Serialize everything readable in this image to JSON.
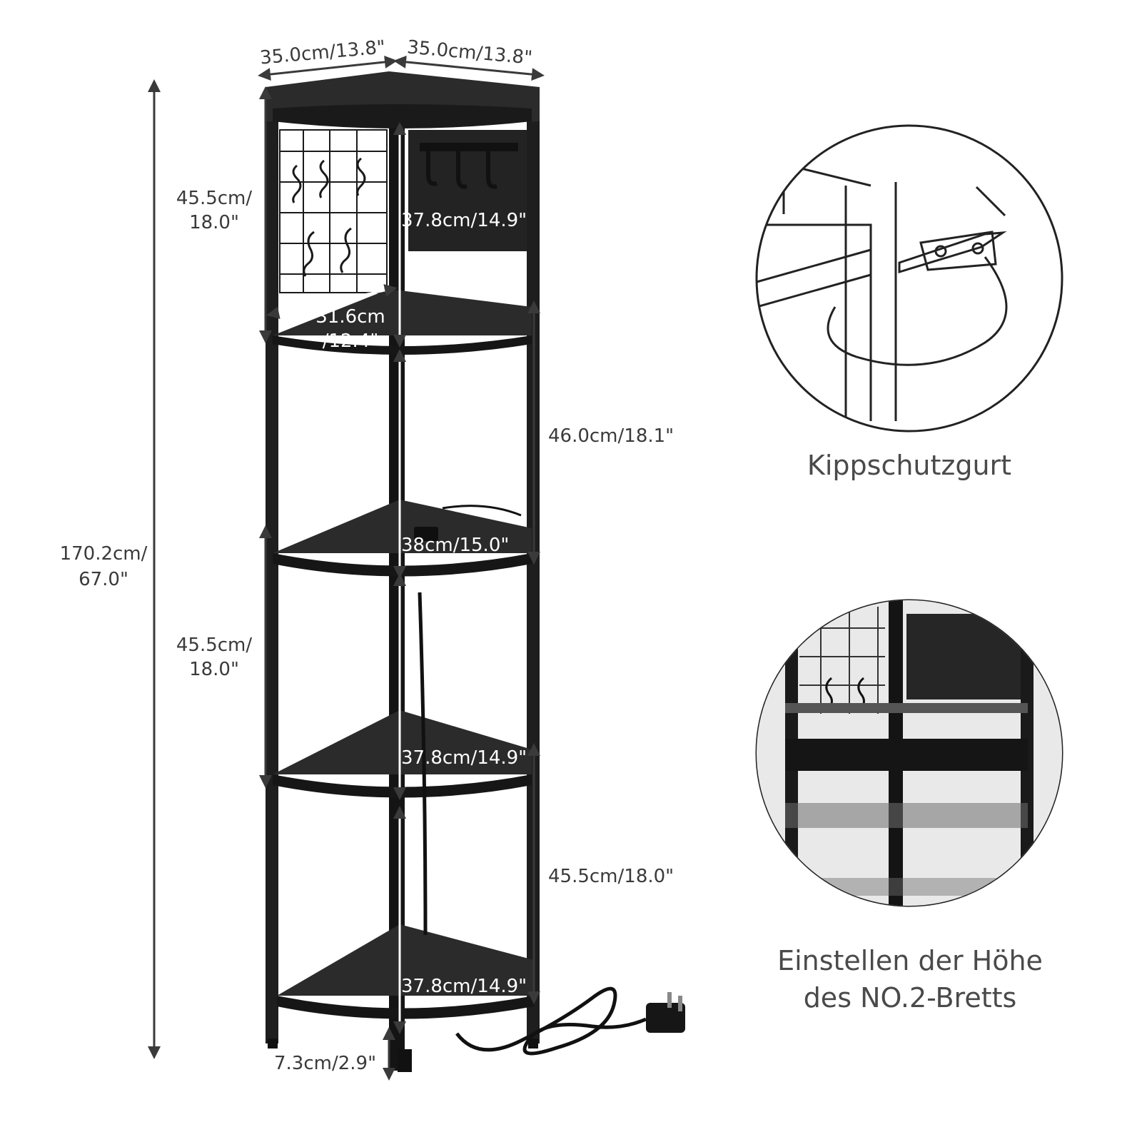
{
  "dimensions": {
    "top_width_left": "35.0cm/13.8\"",
    "top_width_right": "35.0cm/13.8\"",
    "total_height_line1": "170.2cm/",
    "total_height_line2": "67.0\"",
    "upper_left_height_line1": "45.5cm/",
    "upper_left_height_line2": "18.0\"",
    "lower_left_height_line1": "45.5cm/",
    "lower_left_height_line2": "18.0\"",
    "upper_inner_height": "37.8cm/14.9\"",
    "grid_width_line1": "31.6cm",
    "grid_width_line2": "/12.4\"",
    "right_height_upper": "46.0cm/18.1\"",
    "middle_inner_height": "38cm/15.0\"",
    "lower_inner_height": "37.8cm/14.9\"",
    "right_height_lower": "45.5cm/18.0\"",
    "bottom_inner_height": "37.8cm/14.9\"",
    "leg_height": "7.3cm/2.9\""
  },
  "captions": {
    "anti_tip": "Kippschutzgurt",
    "height_adjust_line1": "Einstellen der Höhe",
    "height_adjust_line2": "des NO.2-Bretts"
  },
  "colors": {
    "frame": "#1c1c1c",
    "shelf": "#2a2a2a",
    "arrow": "#3a3a3a",
    "background": "#ffffff"
  }
}
